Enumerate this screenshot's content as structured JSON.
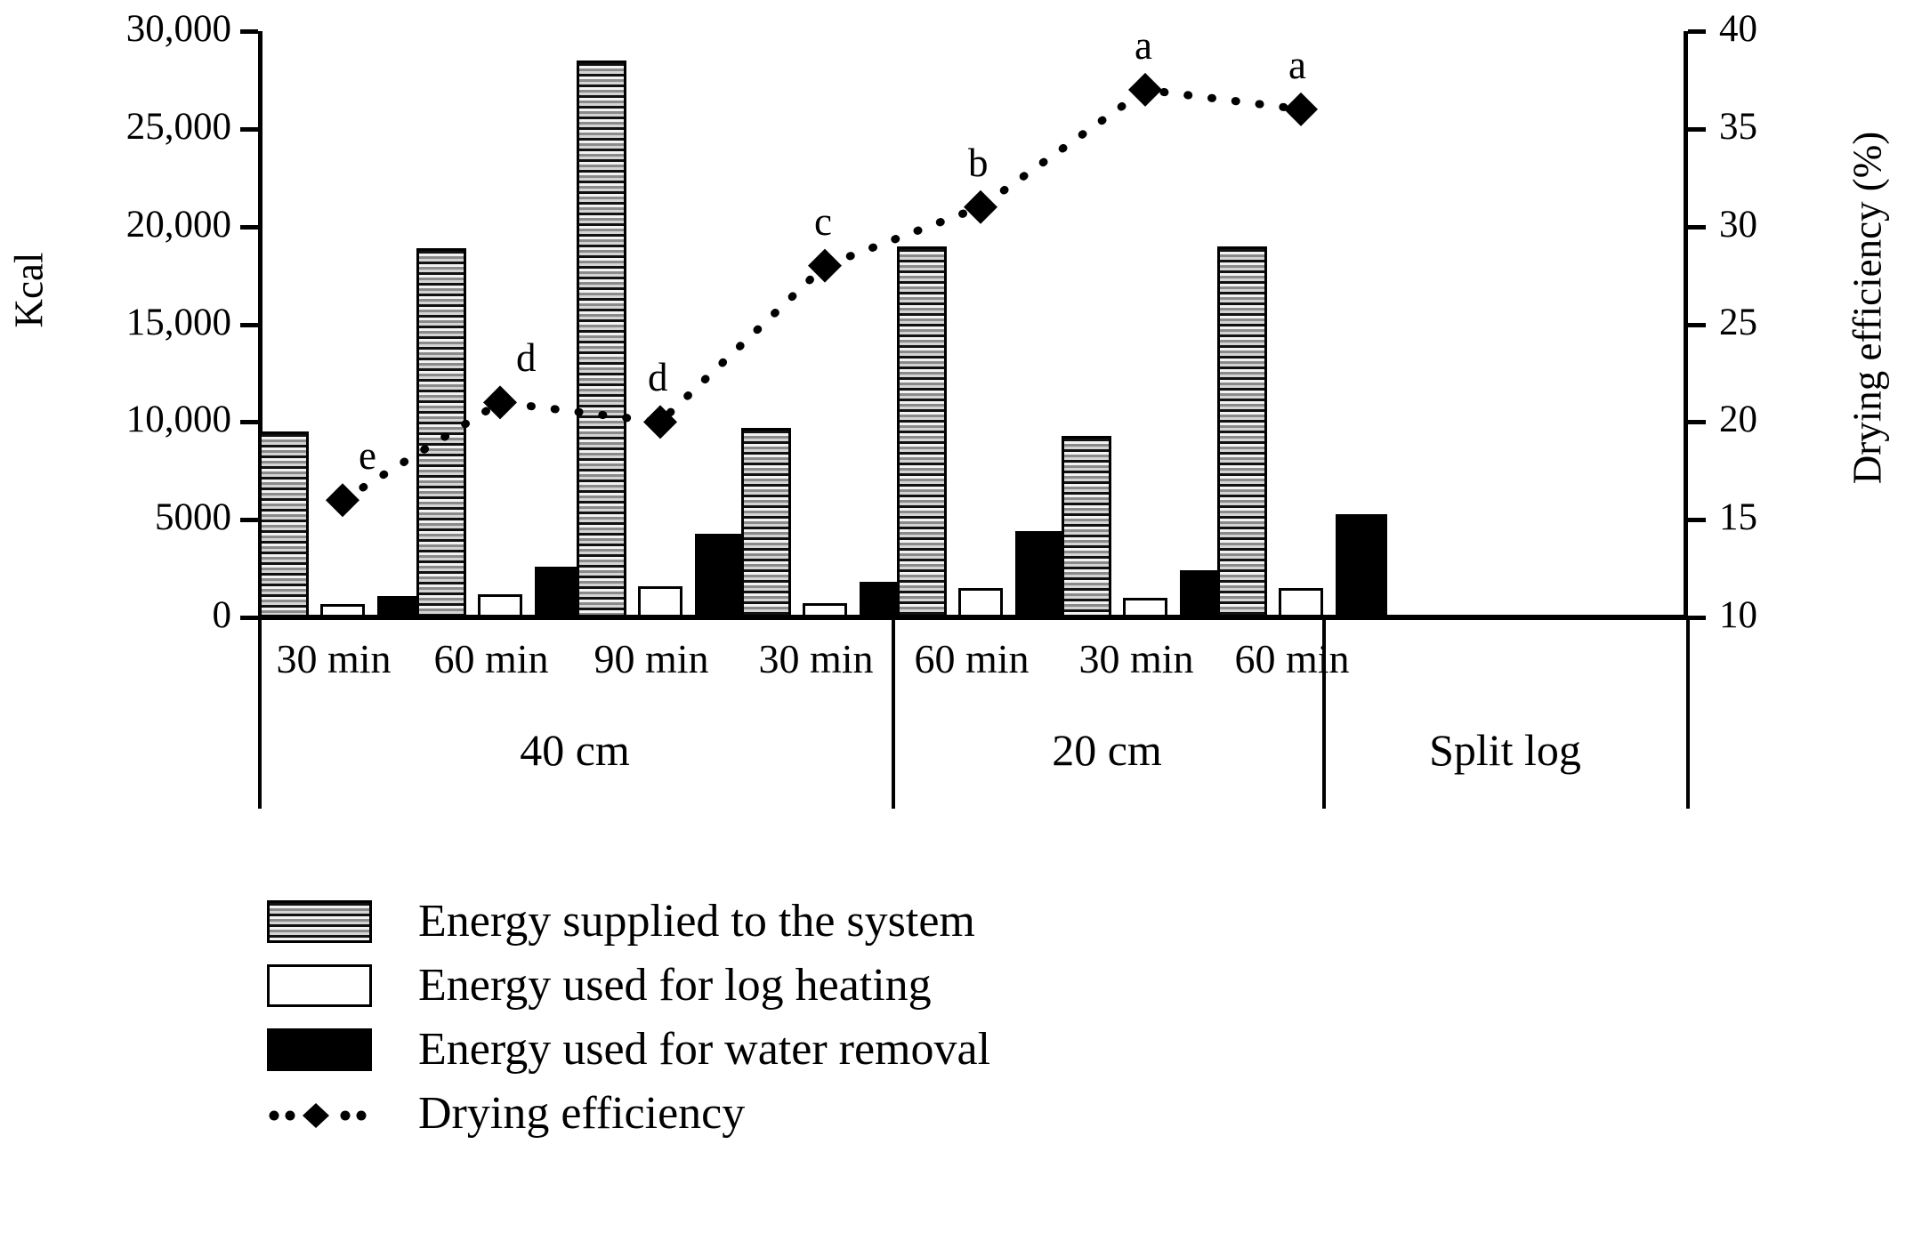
{
  "chart_data": {
    "type": "bar",
    "title": "",
    "xlabel": "",
    "ylabel": "Kcal",
    "y2label": "Drying efficiency (%)",
    "ylim": [
      0,
      30000
    ],
    "y2lim": [
      10,
      40
    ],
    "grid": false,
    "legend_position": "below-left",
    "y_ticks": [
      "0",
      "5000",
      "10,000",
      "15,000",
      "20,000",
      "25,000",
      "30,000"
    ],
    "y_tick_values": [
      0,
      5000,
      10000,
      15000,
      20000,
      25000,
      30000
    ],
    "y2_ticks": [
      "10",
      "15",
      "20",
      "25",
      "30",
      "35",
      "40"
    ],
    "y2_tick_values": [
      10,
      15,
      20,
      25,
      30,
      35,
      40
    ],
    "categories": [
      "30 min",
      "60 min",
      "90 min",
      "30 min",
      "60 min",
      "30 min",
      "60 min"
    ],
    "groups": [
      {
        "label": "40 cm",
        "categories": [
          "30 min",
          "60 min",
          "90 min"
        ]
      },
      {
        "label": "20 cm",
        "categories": [
          "30 min",
          "60 min"
        ]
      },
      {
        "label": "Split log",
        "categories": [
          "30 min",
          "60 min"
        ]
      }
    ],
    "series": [
      {
        "name": "Energy supplied to the system",
        "style": "hatched",
        "axis": "left",
        "values": [
          9500,
          18900,
          28500,
          9700,
          19000,
          9300,
          19000
        ]
      },
      {
        "name": "Energy used for log heating",
        "style": "open",
        "axis": "left",
        "values": [
          700,
          1200,
          1600,
          750,
          1500,
          1000,
          1500
        ]
      },
      {
        "name": "Energy used for water removal",
        "style": "solid",
        "axis": "left",
        "values": [
          1100,
          2600,
          4300,
          1800,
          4400,
          2400,
          5300
        ]
      },
      {
        "name": "Drying efficiency",
        "style": "dotted-diamond",
        "axis": "right",
        "values": [
          16,
          21,
          20,
          28,
          31,
          37,
          36
        ],
        "annotations": [
          "e",
          "d",
          "d",
          "c",
          "b",
          "a",
          "a"
        ]
      }
    ]
  },
  "legend": {
    "items": [
      {
        "label": "Energy supplied to the system",
        "marker": "hatched-swatch"
      },
      {
        "label": "Energy used for log heating",
        "marker": "open-swatch"
      },
      {
        "label": "Energy used for water removal",
        "marker": "solid-swatch"
      },
      {
        "label": "Drying efficiency",
        "marker": "dotted-diamond-line"
      }
    ]
  }
}
